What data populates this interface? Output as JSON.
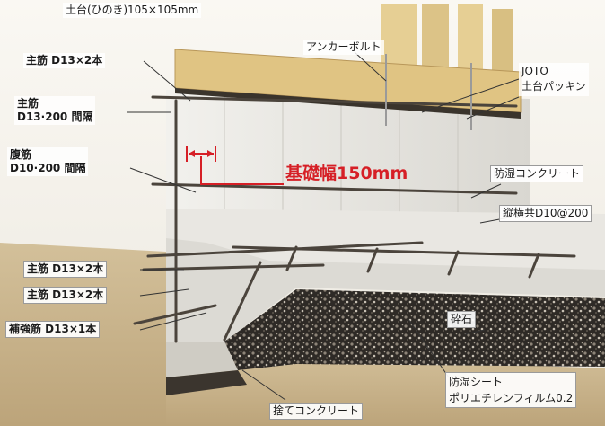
{
  "labels": {
    "dodai": "土台(ひのき)105×105mm",
    "anchor_bolt": "アンカーボルト",
    "joto_line1": "JOTO",
    "joto_line2": "土台パッキン",
    "main_top": "主筋 D13×2本",
    "main_mid_line1": "主筋",
    "main_mid_line2": "D13·200 間隔",
    "hara_line1": "腹筋",
    "hara_line2": "D10·200 間隔",
    "foundation_width": "基礎幅150mm",
    "moisture_concrete": "防湿コンクリート",
    "rebar_grid": "縦横共D10@200",
    "main_low1": "主筋 D13×2本",
    "main_low2": "主筋 D13×2本",
    "reinforce": "補強筋 D13×1本",
    "gravel": "砕石",
    "moisture_sheet_line1": "防湿シート",
    "moisture_sheet_line2": "ポリエチレンフィルム0.2",
    "lean_concrete": "捨てコンクリート"
  },
  "colors": {
    "accent_red": "#d61f26",
    "wood": "#e0c483",
    "concrete": "#e2e0da",
    "gravel": "#2e2a26",
    "soil": "#c9b48e"
  }
}
